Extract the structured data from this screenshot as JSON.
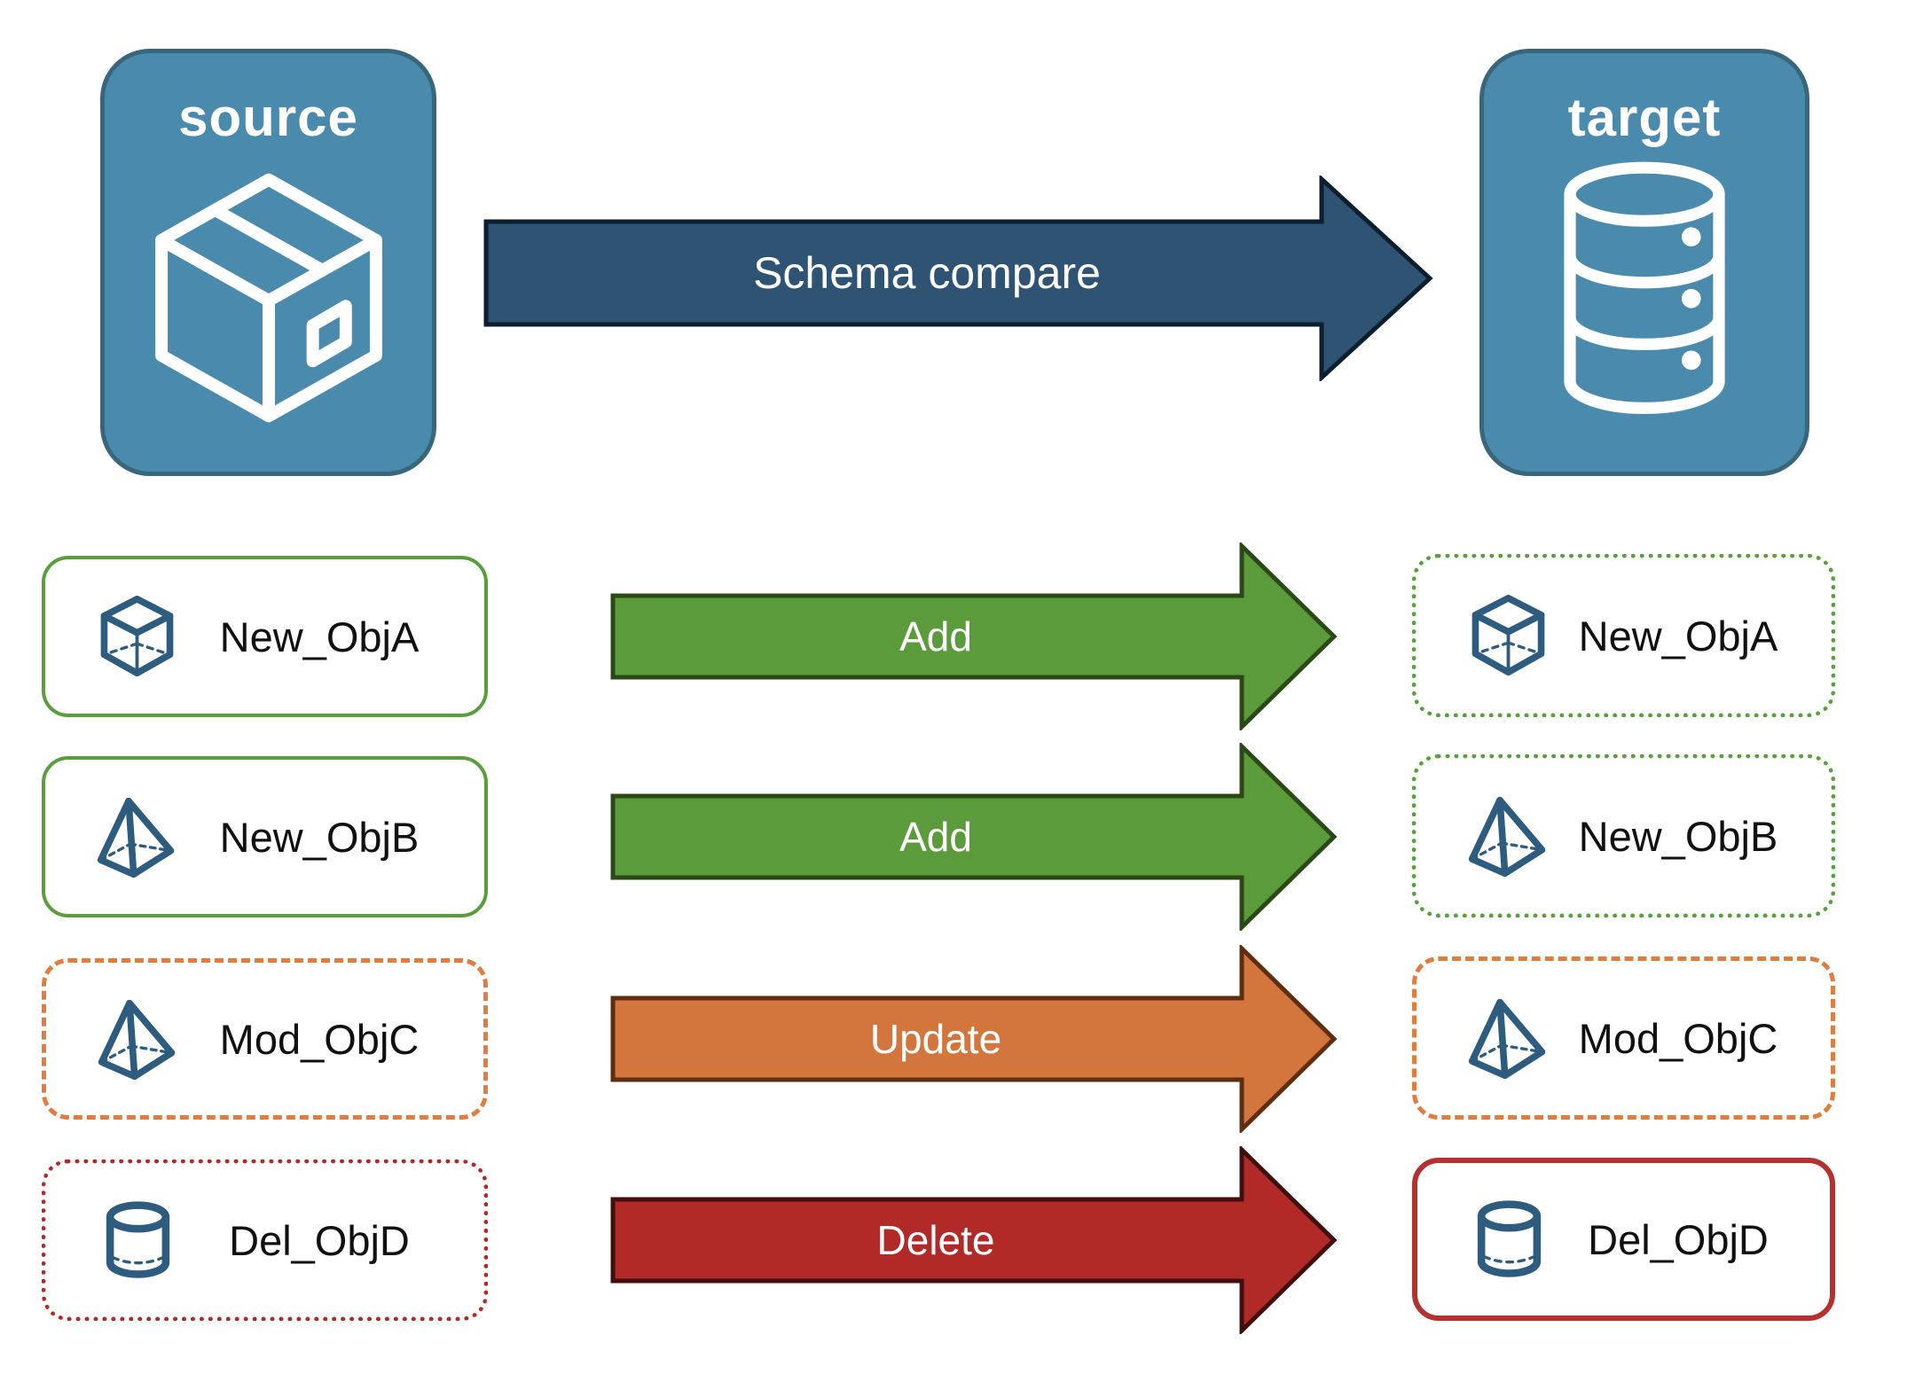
{
  "diagram": {
    "source_node": {
      "label": "source",
      "icon": "package"
    },
    "target_node": {
      "label": "target",
      "icon": "database"
    },
    "main_arrow": {
      "label": "Schema compare"
    },
    "rows": [
      {
        "left": {
          "label": "New_ObjA",
          "icon": "cube"
        },
        "action": "Add",
        "right": {
          "label": "New_ObjA",
          "icon": "cube"
        }
      },
      {
        "left": {
          "label": "New_ObjB",
          "icon": "pyramid"
        },
        "action": "Add",
        "right": {
          "label": "New_ObjB",
          "icon": "pyramid"
        }
      },
      {
        "left": {
          "label": "Mod_ObjC",
          "icon": "pyramid"
        },
        "action": "Update",
        "right": {
          "label": "Mod_ObjC",
          "icon": "pyramid"
        }
      },
      {
        "left": {
          "label": "Del_ObjD",
          "icon": "cylinder"
        },
        "action": "Delete",
        "right": {
          "label": "Del_ObjD",
          "icon": "cylinder"
        }
      }
    ],
    "colors": {
      "node_fill": "#4A8AAD",
      "node_border": "#38677C",
      "main_arrow_fill": "#2E5373",
      "add_arrow_fill": "#5C9B3B",
      "update_arrow_fill": "#D3763D",
      "delete_arrow_fill": "#B22A28",
      "green_outline": "#5A9E3C",
      "orange_outline": "#DF7D3E",
      "red_outline": "#B02A28",
      "object_icon": "#2E5C7E"
    }
  }
}
